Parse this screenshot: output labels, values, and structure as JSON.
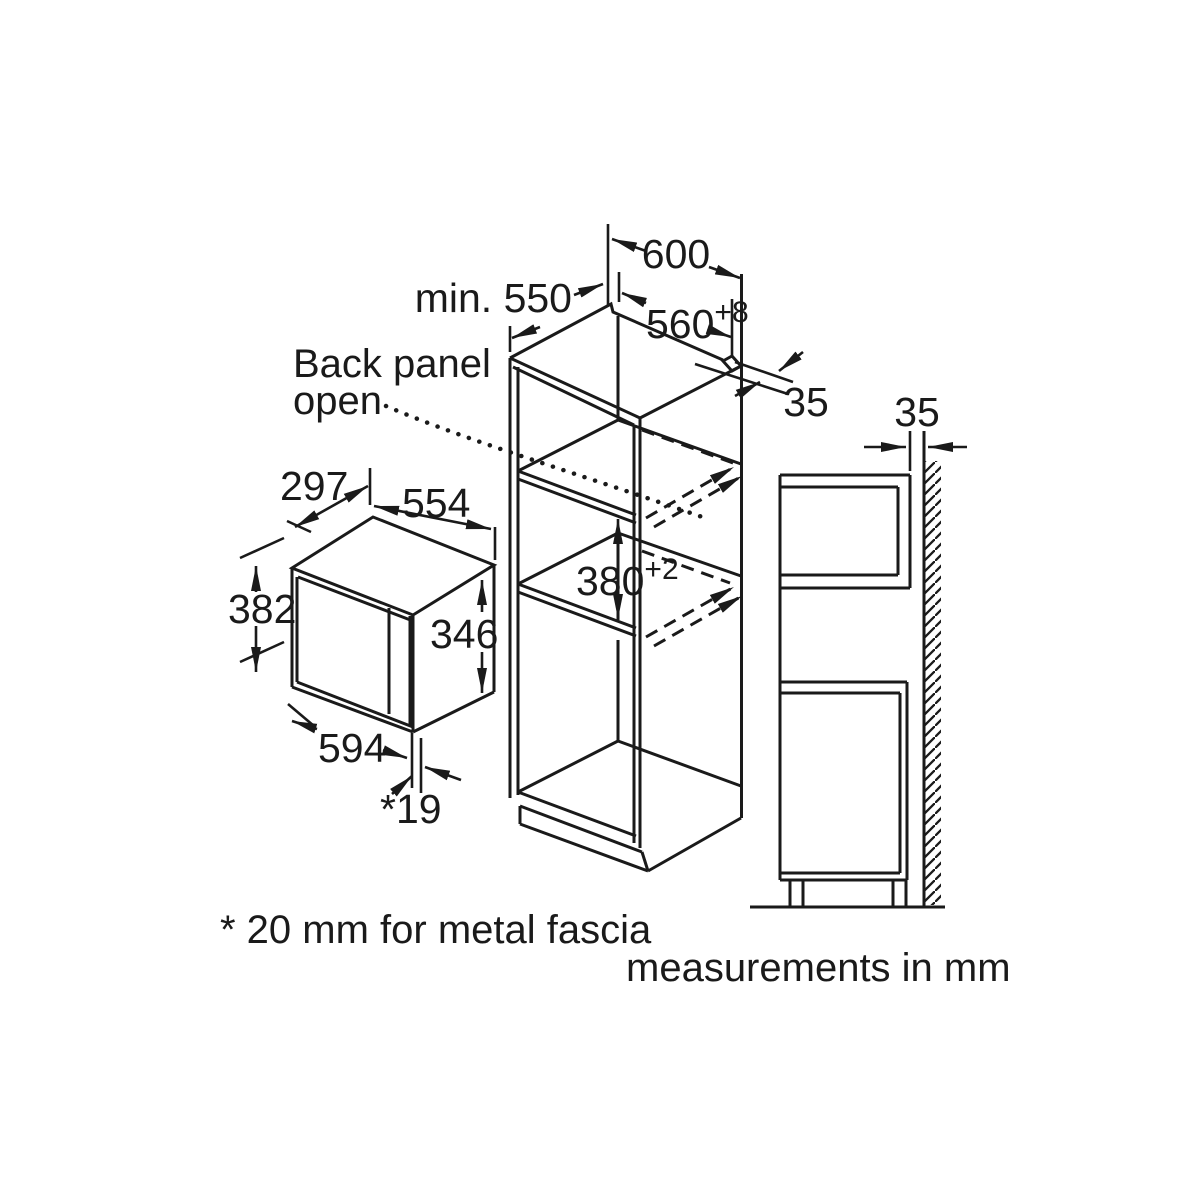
{
  "diagram": {
    "back_panel_note": {
      "line1": "Back panel",
      "line2": "open"
    },
    "dimensions": {
      "cabinet_width": "600",
      "niche_width": "560",
      "niche_width_tolerance": "+8",
      "min_depth": "min. 550",
      "rear_clearance": "35",
      "wall_clearance": "35",
      "niche_height": "380",
      "niche_height_tolerance": "+2",
      "appliance_depth": "297",
      "appliance_body_width": "554",
      "appliance_height": "382",
      "appliance_rear_height": "346",
      "appliance_width": "594",
      "door_projection": "*19"
    },
    "footnotes": {
      "fascia": "* 20 mm for metal fascia",
      "units": "measurements in mm"
    }
  }
}
